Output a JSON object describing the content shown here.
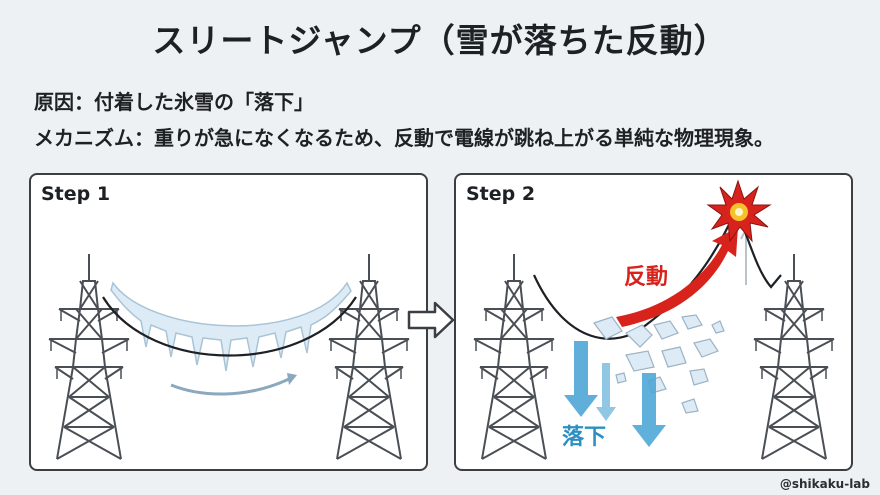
{
  "title": "スリートジャンプ（雪が落ちた反動）",
  "cause": "原因：付着した氷雪の「落下」",
  "mechanism": "メカニズム：重りが急になくなるため、反動で電線が跳ね上がる単純な物理現象。",
  "steps": [
    {
      "label": "Step 1"
    },
    {
      "label": "Step 2",
      "rebound_label": "反動",
      "fall_label": "落下"
    }
  ],
  "watermark": "@shikaku-lab",
  "colors": {
    "rebound": "#d8231c",
    "fall": "#2c8fc2",
    "ice": "#dcebf5",
    "tower": "#4a4f55"
  }
}
